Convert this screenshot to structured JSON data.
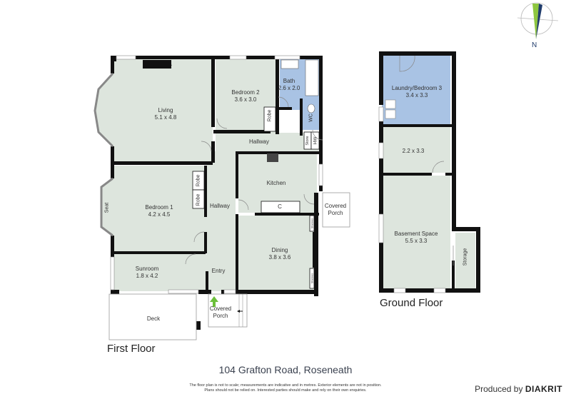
{
  "property": {
    "address": "104 Grafton Road, Roseneath",
    "disclaimer_line1": "The floor plan is not to scale; measurements are indicative and in metres. Exterior elements are not in position.",
    "disclaimer_line2": "Plans should not be relied on. Interested parties should make and rely on their own enquiries.",
    "produced_by_prefix": "Produced by",
    "produced_by_brand": "DIAKRIT"
  },
  "compass": {
    "label": "N",
    "colors": {
      "green": "#8dc63f",
      "navy": "#1f3b6b"
    }
  },
  "colors": {
    "room_fill": "#dde5dd",
    "wet_fill": "#a9c3e4",
    "wall": "#111111"
  },
  "first_floor": {
    "title": "First Floor",
    "rooms": {
      "living": {
        "name": "Living",
        "dims": "5.1 x 4.8"
      },
      "bedroom2": {
        "name": "Bedroom 2",
        "dims": "3.6 x 3.0"
      },
      "bath": {
        "name": "Bath",
        "dims": "2.6 x 2.0"
      },
      "bedroom1": {
        "name": "Bedroom 1",
        "dims": "4.2 x 4.5"
      },
      "kitchen": {
        "name": "Kitchen"
      },
      "dining": {
        "name": "Dining",
        "dims": "3.8 x 3.6"
      },
      "sunroom": {
        "name": "Sunroom",
        "dims": "1.8 x 4.2"
      },
      "hallway_top": {
        "name": "Hallway"
      },
      "hallway_side": {
        "name": "Hallway"
      },
      "entry": {
        "name": "Entry"
      },
      "deck": {
        "name": "Deck"
      },
      "covered_porch_front": {
        "name": "Covered Porch"
      },
      "covered_porch_side": {
        "name": "Covered Porch"
      }
    },
    "fixtures": {
      "robe_b2": "Robe",
      "robe_b1_top": "Robe",
      "robe_b1_bottom": "Robe",
      "seat": "Seat",
      "wc": "WC",
      "store": "Store",
      "hw": "HW",
      "shelves_top": "Shelves",
      "shelves_bottom": "Shelves",
      "counter": "C"
    }
  },
  "ground_floor": {
    "title": "Ground Floor",
    "rooms": {
      "laundry": {
        "name": "Laundry/Bedroom 3",
        "dims": "3.4 x 3.3"
      },
      "room": {
        "dims": "2.2 x 3.3"
      },
      "basement": {
        "name": "Basement Space",
        "dims": "5.5 x 3.3"
      },
      "storage": {
        "name": "Storage"
      }
    }
  }
}
